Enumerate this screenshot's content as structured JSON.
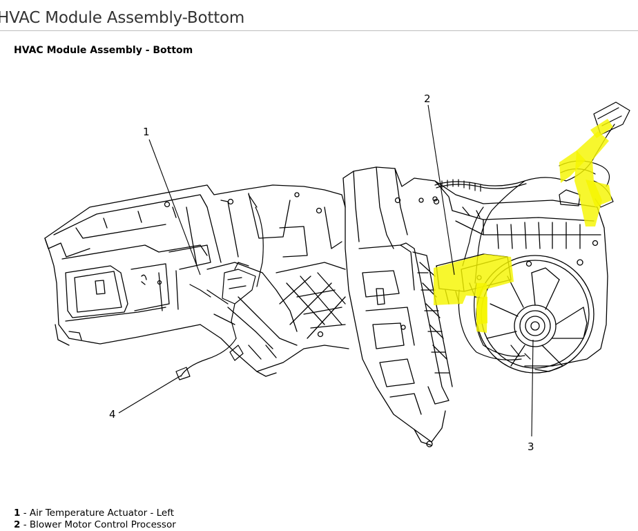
{
  "header": {
    "title": "HVAC Module Assembly-Bottom"
  },
  "figure": {
    "title": "HVAC Module Assembly - Bottom"
  },
  "callouts": [
    {
      "number": "1"
    },
    {
      "number": "2"
    },
    {
      "number": "3"
    },
    {
      "number": "4"
    }
  ],
  "legend": [
    {
      "number": "1",
      "separator": " - ",
      "label": "Air Temperature Actuator - Left"
    },
    {
      "number": "2",
      "separator": " - ",
      "label": "Blower Motor Control Processor"
    }
  ],
  "colors": {
    "highlight": "#f5f500",
    "line": "#000000",
    "header_text": "#333333"
  }
}
